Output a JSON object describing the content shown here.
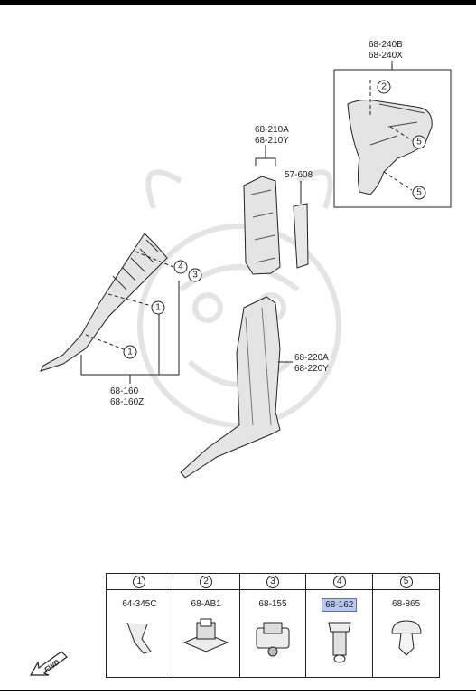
{
  "callouts": {
    "pillar_rear_upper": [
      "68-240B",
      "68-240X"
    ],
    "pillar_center_upper": [
      "68-210A",
      "68-210Y"
    ],
    "seatbelt_guide": "57-608",
    "pillar_center_lower": [
      "68-220A",
      "68-220Y"
    ],
    "pillar_front": [
      "68-160",
      "68-160Z"
    ]
  },
  "markers": {
    "one": "1",
    "two": "2",
    "three": "3",
    "four": "4",
    "five": "5"
  },
  "parts_table": [
    {
      "index": "1",
      "part_number": "64-345C",
      "highlighted": false,
      "icon": "spring-clip-icon"
    },
    {
      "index": "2",
      "part_number": "68-AB1",
      "highlighted": false,
      "icon": "retainer-clip-icon"
    },
    {
      "index": "3",
      "part_number": "68-155",
      "highlighted": false,
      "icon": "bracket-clip-icon"
    },
    {
      "index": "4",
      "part_number": "68-162",
      "highlighted": true,
      "icon": "push-clip-icon"
    },
    {
      "index": "5",
      "part_number": "68-865",
      "highlighted": false,
      "icon": "mushroom-clip-icon"
    }
  ],
  "fwd_label": "FWD",
  "colors": {
    "highlight": "#b8c6f0",
    "line": "#222222",
    "part_fill": "#e4e4e4"
  }
}
